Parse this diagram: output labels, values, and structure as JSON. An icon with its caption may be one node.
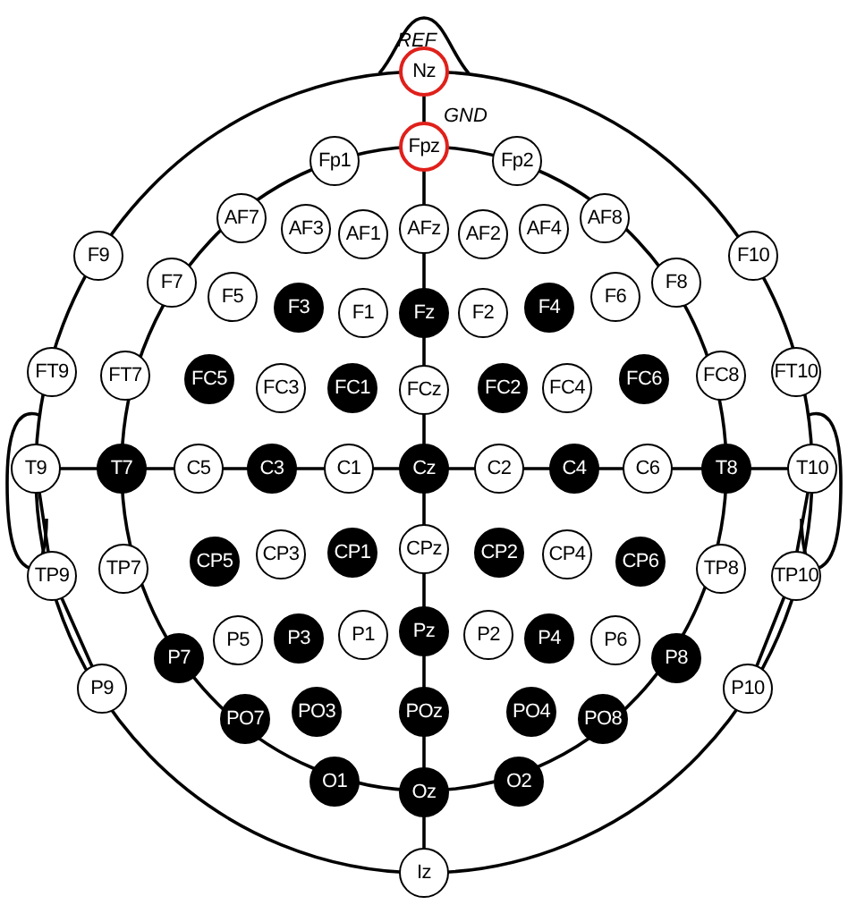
{
  "diagram": {
    "nodes": [
      {
        "text": [
          "Nz"
        ],
        "beside": [
          "REF"
        ]
      },
      {
        "text": [
          "Fpz"
        ],
        "beside": [
          "GND"
        ]
      },
      {
        "text": [
          "Fp1"
        ]
      },
      {
        "text": [
          "Fp2"
        ]
      },
      {
        "text": [
          "AF7"
        ]
      },
      {
        "text": [
          "AF3"
        ]
      },
      {
        "text": [
          "AF1"
        ]
      },
      {
        "text": [
          "AFz"
        ]
      },
      {
        "text": [
          "AF2"
        ]
      },
      {
        "text": [
          "AF4"
        ]
      },
      {
        "text": [
          "AF8"
        ]
      },
      {
        "text": [
          "F9"
        ]
      },
      {
        "text": [
          "F7"
        ]
      },
      {
        "text": [
          "F5"
        ]
      },
      {
        "text": [
          "F3"
        ]
      },
      {
        "text": [
          "F1"
        ]
      },
      {
        "text": [
          "Fz"
        ]
      },
      {
        "text": [
          "F2"
        ]
      },
      {
        "text": [
          "F4"
        ]
      },
      {
        "text": [
          "F6"
        ]
      },
      {
        "text": [
          "F8"
        ]
      },
      {
        "text": [
          "F10"
        ]
      },
      {
        "text": [
          "FT9"
        ]
      },
      {
        "text": [
          "FT7"
        ]
      },
      {
        "text": [
          "FC5"
        ]
      },
      {
        "text": [
          "FC3"
        ]
      },
      {
        "text": [
          "FC1"
        ]
      },
      {
        "text": [
          "FCz"
        ]
      },
      {
        "text": [
          "FC2"
        ]
      },
      {
        "text": [
          "FC4"
        ]
      },
      {
        "text": [
          "FC6"
        ]
      },
      {
        "text": [
          "FC8"
        ]
      },
      {
        "text": [
          "FT10"
        ]
      },
      {
        "text": [
          "T9"
        ]
      },
      {
        "text": [
          "T7"
        ]
      },
      {
        "text": [
          "C5"
        ]
      },
      {
        "text": [
          "C3"
        ]
      },
      {
        "text": [
          "C1"
        ]
      },
      {
        "text": [
          "Cz"
        ]
      },
      {
        "text": [
          "C2"
        ]
      },
      {
        "text": [
          "C4"
        ]
      },
      {
        "text": [
          "C6"
        ]
      },
      {
        "text": [
          "T8"
        ]
      },
      {
        "text": [
          "T10"
        ]
      },
      {
        "text": [
          "TP9"
        ]
      },
      {
        "text": [
          "TP7"
        ]
      },
      {
        "text": [
          "CP5"
        ]
      },
      {
        "text": [
          "CP3"
        ]
      },
      {
        "text": [
          "CP1"
        ]
      },
      {
        "text": [
          "CPz"
        ]
      },
      {
        "text": [
          "CP2"
        ]
      },
      {
        "text": [
          "CP4"
        ]
      },
      {
        "text": [
          "CP6"
        ]
      },
      {
        "text": [
          "TP8"
        ]
      },
      {
        "text": [
          "TP10"
        ]
      },
      {
        "text": [
          "P9"
        ]
      },
      {
        "text": [
          "P7"
        ]
      },
      {
        "text": [
          "P5"
        ]
      },
      {
        "text": [
          "P3"
        ]
      },
      {
        "text": [
          "P1"
        ]
      },
      {
        "text": [
          "Pz"
        ]
      },
      {
        "text": [
          "P2"
        ]
      },
      {
        "text": [
          "P4"
        ]
      },
      {
        "text": [
          "P6"
        ]
      },
      {
        "text": [
          "P8"
        ]
      },
      {
        "text": [
          "P10"
        ]
      },
      {
        "text": [
          "PO7"
        ]
      },
      {
        "text": [
          "PO3"
        ]
      },
      {
        "text": [
          "POz"
        ]
      },
      {
        "text": [
          "PO4"
        ]
      },
      {
        "text": [
          "PO8"
        ]
      },
      {
        "text": [
          "O1"
        ]
      },
      {
        "text": [
          "Oz"
        ]
      },
      {
        "text": [
          "O2"
        ]
      },
      {
        "text": [
          "Iz"
        ]
      }
    ]
  }
}
